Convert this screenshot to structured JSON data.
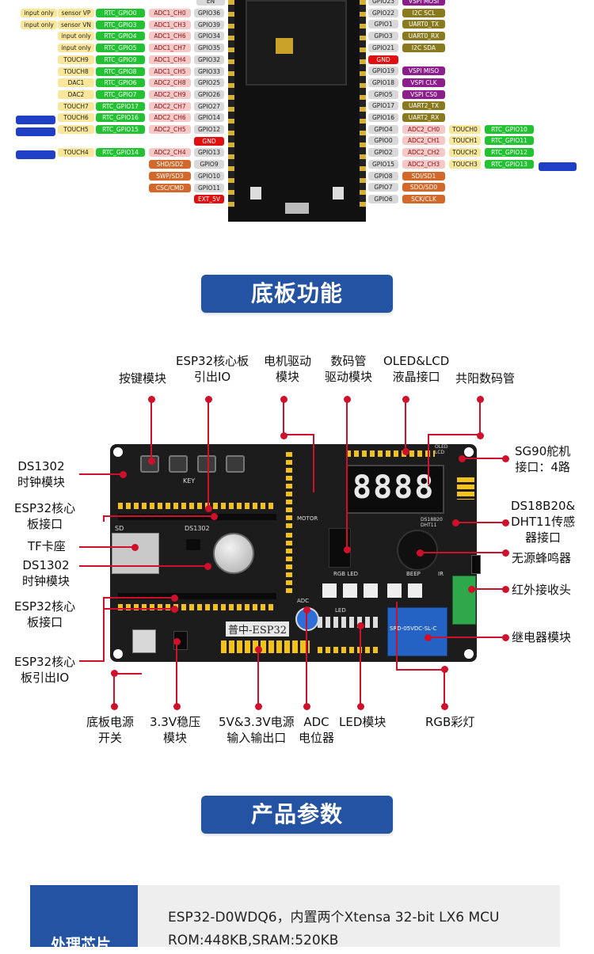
{
  "pinout": {
    "left_rows": [
      [
        "input only",
        "sensor VP",
        "RTC_GPIO0",
        "ADC1_CH0",
        "GPIO36"
      ],
      [
        "input only",
        "sensor VN",
        "RTC_GPIO3",
        "ADC1_CH3",
        "GPIO39"
      ],
      [
        "",
        "input only",
        "RTC_GPIO4",
        "ADC1_CH6",
        "GPIO34"
      ],
      [
        "",
        "input only",
        "RTC_GPIO5",
        "ADC1_CH7",
        "GPIO35"
      ],
      [
        "",
        "TOUCH9",
        "RTC_GPIO9",
        "ADC1_CH4",
        "GPIO32"
      ],
      [
        "",
        "TOUCH8",
        "RTC_GPIO8",
        "ADC1_CH5",
        "GPIO33"
      ],
      [
        "",
        "DAC1",
        "RTC_GPIO6",
        "ADC2_CH8",
        "GPIO25"
      ],
      [
        "",
        "DAC2",
        "RTC_GPIO7",
        "ADC2_CH9",
        "GPIO26"
      ],
      [
        "",
        "TOUCH7",
        "RTC_GPIO17",
        "ADC2_CH7",
        "GPIO27"
      ],
      [
        "",
        "TOUCH6",
        "RTC_GPIO16",
        "ADC2_CH6",
        "GPIO14"
      ],
      [
        "",
        "TOUCH5",
        "RTC_GPIO15",
        "ADC2_CH5",
        "GPIO12"
      ],
      [
        "",
        "",
        "",
        "",
        "GND"
      ],
      [
        "",
        "TOUCH4",
        "RTC_GPIO14",
        "ADC2_CH4",
        "GPIO13"
      ],
      [
        "",
        "",
        "",
        "SHD/SD2",
        "GPIO9"
      ],
      [
        "",
        "",
        "",
        "SWP/SD3",
        "GPIO10"
      ],
      [
        "",
        "",
        "",
        "CSC/CMD",
        "GPIO11"
      ],
      [
        "",
        "",
        "",
        "",
        "EXT_5V"
      ]
    ],
    "left_top": "EN",
    "right_rows": [
      [
        "GPIO23",
        "VSPI MOSI",
        "",
        ""
      ],
      [
        "GPIO22",
        "I2C SCL",
        "",
        ""
      ],
      [
        "GPIO1",
        "UART0_TX",
        "",
        ""
      ],
      [
        "GPIO3",
        "UART0_RX",
        "",
        ""
      ],
      [
        "GPIO21",
        "I2C SDA",
        "",
        ""
      ],
      [
        "GND",
        "",
        "",
        ""
      ],
      [
        "GPIO19",
        "VSPI MISO",
        "",
        ""
      ],
      [
        "GPIO18",
        "VSPI CLK",
        "",
        ""
      ],
      [
        "GPIO5",
        "VSPI CS0",
        "",
        ""
      ],
      [
        "GPIO17",
        "UART2_TX",
        "",
        ""
      ],
      [
        "GPIO16",
        "UART2_RX",
        "",
        ""
      ],
      [
        "GPIO4",
        "ADC2_CH0",
        "TOUCH0",
        "RTC_GPIO10"
      ],
      [
        "GPIO0",
        "ADC2_CH1",
        "TOUCH1",
        "RTC_GPIO11"
      ],
      [
        "GPIO2",
        "ADC2_CH2",
        "TOUCH2",
        "RTC_GPIO12"
      ],
      [
        "GPIO15",
        "ADC2_CH3",
        "TOUCH3",
        "RTC_GPIO13"
      ],
      [
        "GPIO8",
        "SDI/SD1",
        "",
        ""
      ],
      [
        "GPIO7",
        "SDO/SD0",
        "",
        ""
      ],
      [
        "GPIO6",
        "SCK/CLK",
        "",
        ""
      ]
    ]
  },
  "section1_title": "底板功能",
  "board": {
    "labels": {
      "key": "KEY",
      "sd": "SD",
      "ds1302": "DS1302",
      "motor": "MOTOR",
      "oled": "OLED LCD",
      "ds18b20": "DS18B20 DHT11",
      "rgb": "RGB LED",
      "beep": "BEEP",
      "ir": "IR",
      "led": "LED",
      "adc": "ADC",
      "brand": "普中-ESP32",
      "relay": "SRD-05VDC-SL-C",
      "seg": "8888"
    }
  },
  "annotations": {
    "top": [
      {
        "text1": "按键模块",
        "text2": ""
      },
      {
        "text1": "ESP32核心板",
        "text2": "引出IO"
      },
      {
        "text1": "电机驱动",
        "text2": "模块"
      },
      {
        "text1": "数码管",
        "text2": "驱动模块"
      },
      {
        "text1": "OLED&LCD",
        "text2": "液晶接口"
      },
      {
        "text1": "共阳数码管",
        "text2": ""
      }
    ],
    "left": [
      {
        "text1": "DS1302",
        "text2": "时钟模块"
      },
      {
        "text1": "ESP32核心",
        "text2": "板接口"
      },
      {
        "text1": "TF卡座",
        "text2": ""
      },
      {
        "text1": "DS1302",
        "text2": "时钟模块"
      },
      {
        "text1": "ESP32核心",
        "text2": "板接口"
      },
      {
        "text1": "ESP32核心",
        "text2": "板引出IO"
      }
    ],
    "right": [
      {
        "text1": "SG90舵机",
        "text2": "接口：4路"
      },
      {
        "text1": "DS18B20&",
        "text2": "DHT11传感"
      },
      {
        "text1": "器接口",
        "text2": ""
      },
      {
        "text1": "无源蜂鸣器",
        "text2": ""
      },
      {
        "text1": "红外接收头",
        "text2": ""
      },
      {
        "text1": "继电器模块",
        "text2": ""
      }
    ],
    "bottom": [
      {
        "text1": "底板电源",
        "text2": "开关"
      },
      {
        "text1": "3.3V稳压",
        "text2": "模块"
      },
      {
        "text1": "5V&3.3V电源",
        "text2": "输入输出口"
      },
      {
        "text1": "ADC",
        "text2": "电位器"
      },
      {
        "text1": "LED模块",
        "text2": ""
      },
      {
        "text1": "RGB彩灯",
        "text2": ""
      }
    ]
  },
  "section2_title": "产品参数",
  "params": {
    "row_header": "处理芯片",
    "line1": "ESP32-D0WDQ6，内置两个Xtensa 32-bit LX6 MCU",
    "line2": "ROM:448KB,SRAM:520KB"
  },
  "colors": {
    "accent": "#2453a3",
    "callout": "#d0102a",
    "board": "#1c1c1c",
    "header_pin": "#f2c21a"
  }
}
